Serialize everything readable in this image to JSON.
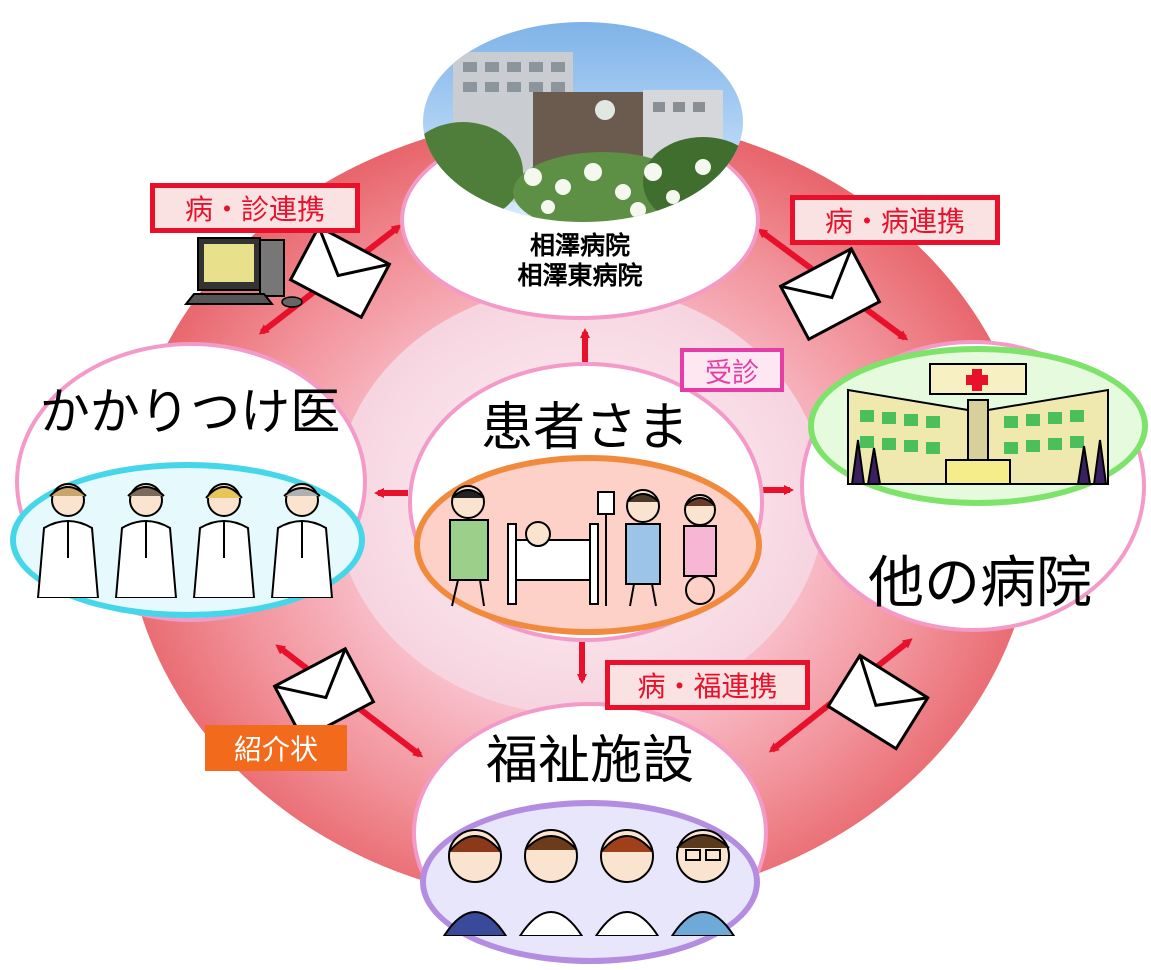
{
  "center": {
    "label": "患者さま"
  },
  "hospital": {
    "name_line1": "相澤病院",
    "name_line2": "相澤東病院"
  },
  "family_doctor": {
    "label": "かかりつけ医"
  },
  "other_hospital": {
    "label": "他の病院"
  },
  "welfare": {
    "label": "福祉施設"
  },
  "tags": {
    "clinic_link": "病・診連携",
    "hospital_link": "病・病連携",
    "consult": "受診",
    "welfare_link": "病・福連携",
    "referral": "紹介状"
  },
  "colors": {
    "ring_outer": "#f07c80",
    "ring_inner": "#fbe3ec",
    "arrow": "#e8102a",
    "tag_red_border": "#e8102a",
    "tag_pink_border": "#e43ea6",
    "tag_orange_bg": "#f26b1d",
    "patient_border": "#f08a3c",
    "doctor_border": "#46d6ea",
    "hospital_border": "#7ee36b",
    "welfare_border": "#b48de0",
    "node_border_pink": "#f39ac9"
  },
  "icons": [
    "envelope-icon",
    "computer-icon",
    "red-cross-icon"
  ]
}
